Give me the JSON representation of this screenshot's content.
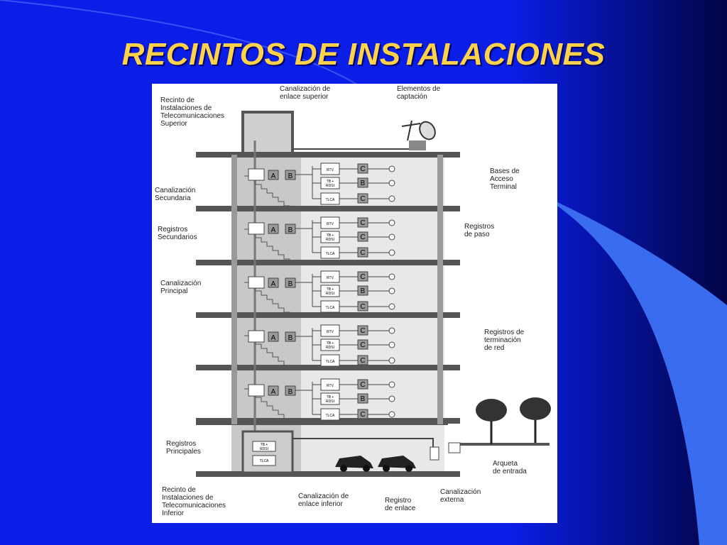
{
  "title": "RECINTOS DE INSTALACIONES",
  "colors": {
    "background": "#0a1ee8",
    "title": "#ffd24a",
    "swoosh": "#3a6cf0"
  },
  "labels": {
    "ritu": "Recinto de\nInstalaciones de\nTelecomunicaciones\nSuperior",
    "canal_sup": "Canalización de\nenlace superior",
    "captacion": "Elementos de\ncaptación",
    "bases": "Bases de\nAcceso\nTerminal",
    "canal_sec": "Canalización\nSecundaria",
    "reg_sec": "Registros\nSecundarios",
    "reg_paso": "Registros\nde paso",
    "canal_princ": "Canalización\nPrincipal",
    "reg_term": "Registros de\nterminación\nde red",
    "reg_princ": "Registros\nPrincipales",
    "riti": "Recinto de\nInstalaciones de\nTelecomunicaciones\nInferior",
    "canal_inf": "Canalización de\nenlace inferior",
    "reg_enlace": "Registro\nde enlace",
    "canal_ext": "Canalización\nexterna",
    "arqueta": "Arqueta\nde entrada"
  },
  "box_labels": {
    "rtv": "RTV",
    "tb": "TB +\nRDSI",
    "tlca": "TLCA",
    "a": "A",
    "b": "B",
    "c": "C"
  }
}
